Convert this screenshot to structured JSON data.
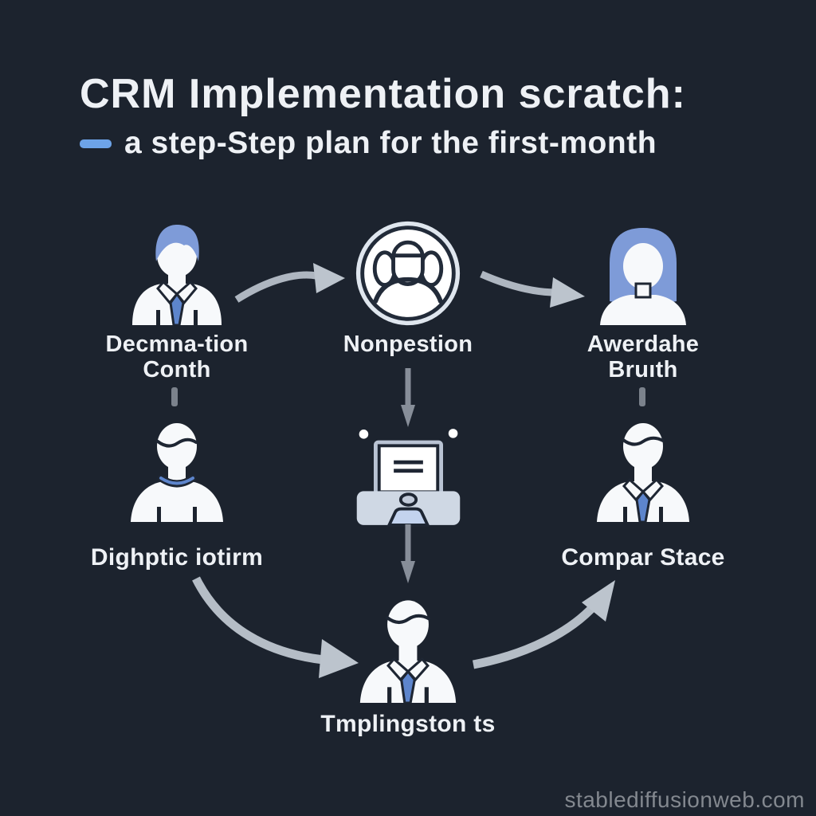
{
  "title": {
    "line1": "CRM Implementation scratch:",
    "line2": "a step-Step plan for the first-month"
  },
  "nodes": {
    "top_left": {
      "line1": "Decmna-tion",
      "line2": "Conth",
      "icon": "person-blue-hair-tie-icon"
    },
    "top_center": {
      "label": "Nonpestion",
      "icon": "team-circle-icon"
    },
    "top_right": {
      "line1": "Awerdahe",
      "line2": "Bruıth",
      "icon": "person-blue-bob-icon"
    },
    "mid_left": {
      "label": "Dighptic iotirm",
      "icon": "person-necklace-icon"
    },
    "mid_center": {
      "icon": "printer-icon"
    },
    "mid_right": {
      "label": "Compar Stace",
      "icon": "person-tie-icon"
    },
    "bottom_center": {
      "label": "Tmplingston ts",
      "icon": "person-tie-icon"
    }
  },
  "watermark": "stablediffusionweb.com",
  "colors": {
    "background": "#1c232e",
    "text": "#eef1f5",
    "accent_dash_blue": "#6da3e8",
    "hair_blue": "#7e9bd8",
    "tie_blue": "#5d85cc",
    "icon_white": "#f7f9fb",
    "outline_dark": "#1e2633",
    "arrow_gray": "#aeb6c0",
    "printer_body_gray": "#cfd8e4",
    "printer_tray_blue": "#c3d3ee",
    "watermark_gray": "#83888f"
  }
}
